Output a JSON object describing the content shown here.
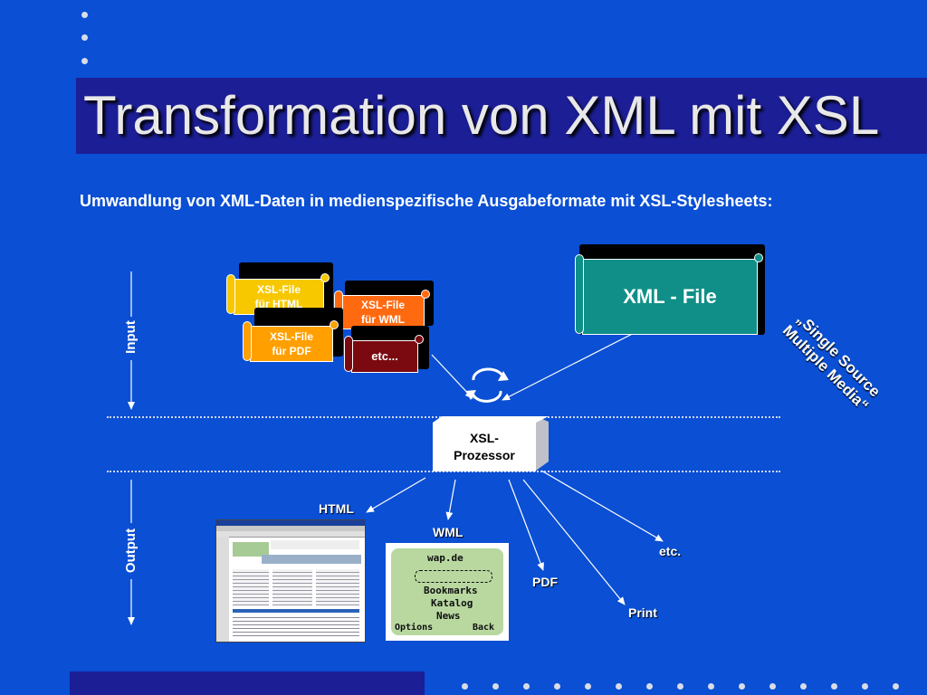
{
  "slide": {
    "title": "Transformation von XML mit XSL",
    "subtitle": "Umwandlung von XML-Daten in medienspezifische Ausgabeformate mit XSL-Stylesheets:"
  },
  "diagram": {
    "xsl_html": [
      "XSL-File",
      "für HTML"
    ],
    "xsl_wml": [
      "XSL-File",
      "für WML"
    ],
    "xsl_pdf": [
      "XSL-File",
      "für PDF"
    ],
    "xsl_etc": "etc...",
    "xml_file": "XML - File",
    "processor": [
      "XSL-",
      "Prozessor"
    ],
    "single_source": [
      "„Single Source",
      "Multiple Media“"
    ],
    "input_label": "Input",
    "output_label": "Output",
    "outputs": {
      "html": "HTML",
      "wml": "WML",
      "pdf": "PDF",
      "print": "Print",
      "etc": "etc."
    }
  },
  "wap_screen": {
    "url": "wap.de",
    "menu": [
      "Bookmarks",
      "Katalog",
      "News"
    ],
    "softkeys": [
      "Options",
      "Back"
    ]
  },
  "colors": {
    "background": "#0a4fd4",
    "title_bar": "#1c1e96",
    "xsl_html": "#f7c800",
    "xsl_wml": "#ff6a10",
    "xsl_pdf": "#ffa000",
    "xsl_etc": "#7a0a10",
    "xml_file": "#0f8f88"
  }
}
